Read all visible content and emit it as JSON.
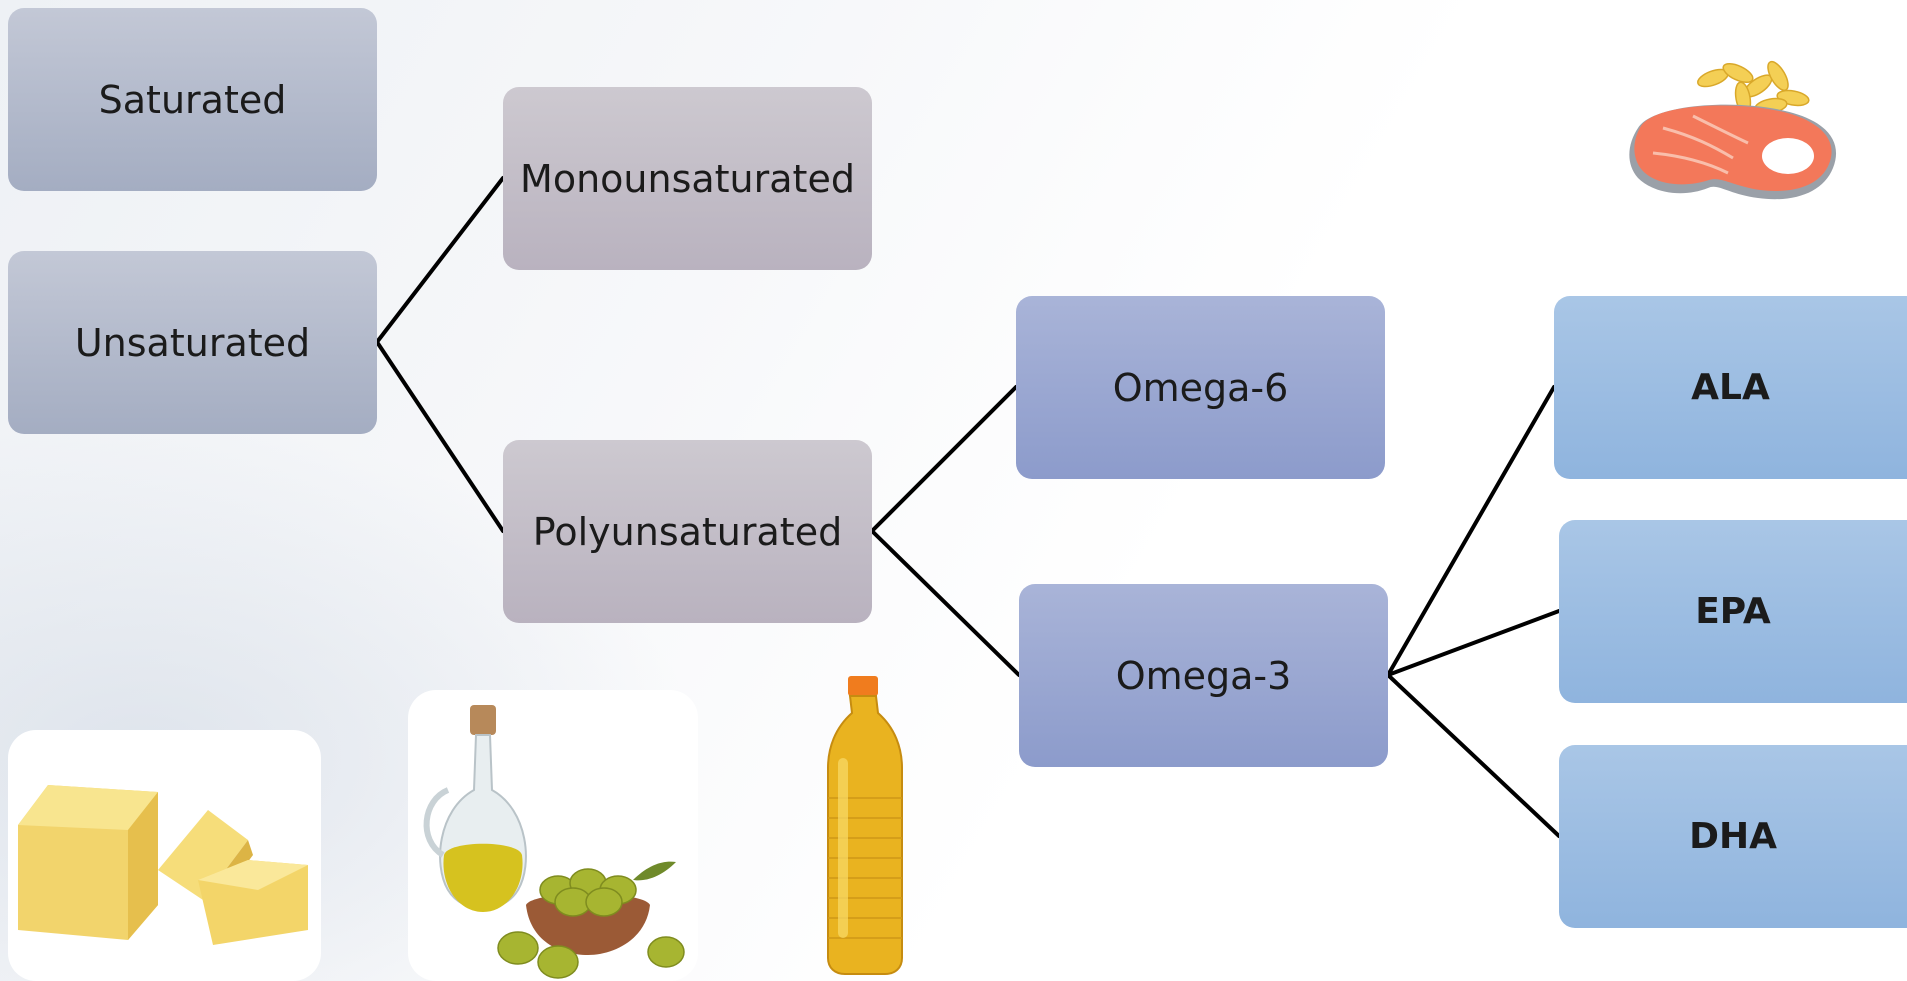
{
  "diagram": {
    "nodes": {
      "saturated": "Saturated",
      "unsaturated": "Unsaturated",
      "monounsaturated": "Monounsaturated",
      "polyunsaturated": "Polyunsaturated",
      "omega6": "Omega-6",
      "omega3": "Omega-3",
      "ala": "ALA",
      "epa": "EPA",
      "dha": "DHA"
    },
    "edges": [
      [
        "unsaturated",
        "monounsaturated"
      ],
      [
        "unsaturated",
        "polyunsaturated"
      ],
      [
        "polyunsaturated",
        "omega6"
      ],
      [
        "polyunsaturated",
        "omega3"
      ],
      [
        "omega3",
        "ala"
      ],
      [
        "omega3",
        "epa"
      ],
      [
        "omega3",
        "dha"
      ]
    ]
  },
  "images": [
    {
      "name": "salmon-fish-oil-image"
    },
    {
      "name": "butter-image"
    },
    {
      "name": "olive-oil-image"
    },
    {
      "name": "vegetable-oil-bottle-image"
    }
  ]
}
